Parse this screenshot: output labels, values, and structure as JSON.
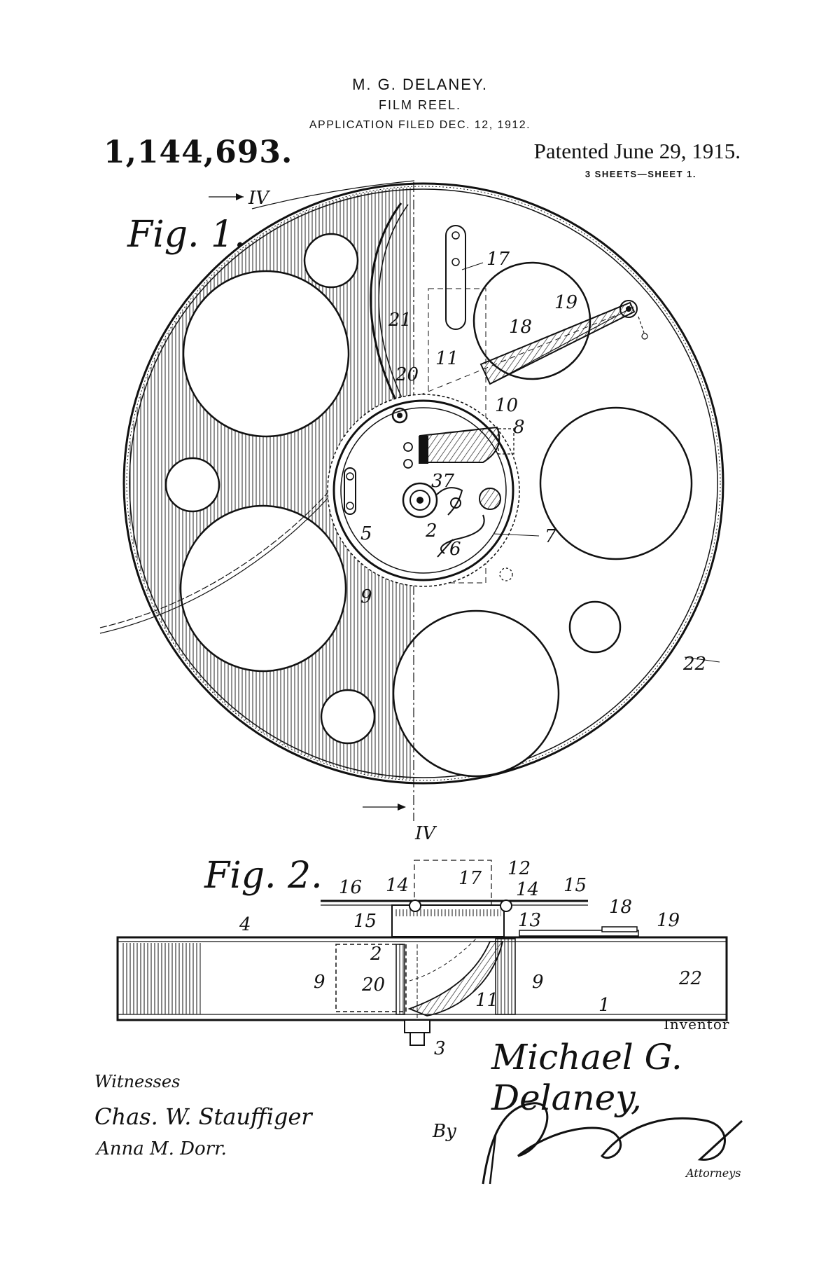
{
  "header": {
    "inventor": "M. G. DELANEY.",
    "title": "FILM REEL.",
    "filed": "APPLICATION FILED DEC. 12, 1912.",
    "patent_number": "1,144,693.",
    "patented": "Patented June 29, 1915.",
    "sheets": "3 SHEETS—SHEET 1."
  },
  "figures": {
    "fig1_label": "Fig. 1.",
    "fig2_label": "Fig. 2."
  },
  "section_marks": {
    "top": "IV",
    "bottom": "IV"
  },
  "fig1_callouts": [
    "17",
    "19",
    "18",
    "21",
    "11",
    "20",
    "10",
    "8",
    "37",
    "5",
    "2",
    "6",
    "7",
    "9",
    "22"
  ],
  "fig2_callouts": [
    "16",
    "14",
    "12",
    "17",
    "14",
    "15",
    "15",
    "13",
    "18",
    "19",
    "4",
    "2",
    "9",
    "20",
    "11",
    "9",
    "22",
    "1",
    "3"
  ],
  "signatures": {
    "inventor_label": "Inventor",
    "inventor_name": "Michael G. Delaney,",
    "witnesses_label": "Witnesses",
    "witness_1": "Chas. W. Stauffiger",
    "witness_2": "Anna M. Dorr.",
    "by_label": "By",
    "attorneys_label": "Attorneys"
  }
}
